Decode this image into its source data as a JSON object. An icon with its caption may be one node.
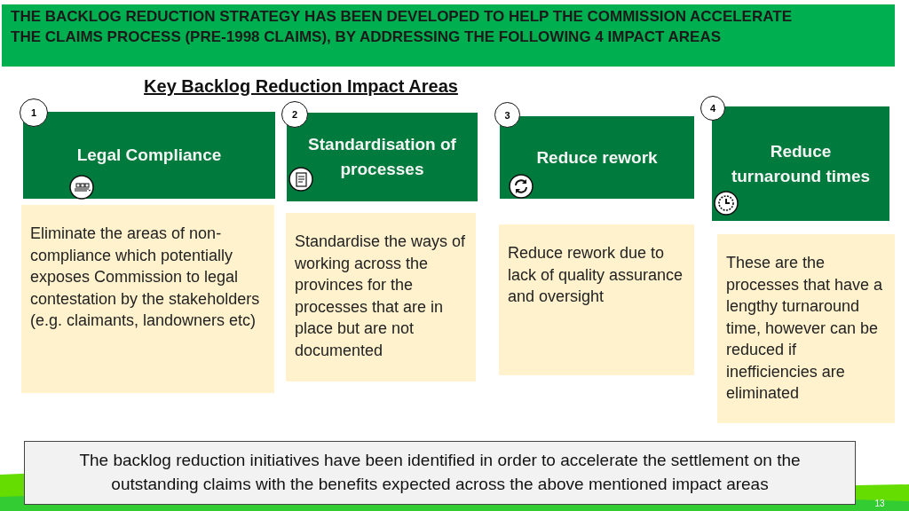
{
  "diagram": {
    "title": "Key Backlog Reduction Impact Areas",
    "nodes": [
      {
        "text": [
          "THE BACKLOG REDUCTION STRATEGY HAS BEEN DEVELOPED TO HELP THE COMMISSION ACCELERATE THE CLAIMS PROCESS (PRE-1998 CLAIMS), BY ADDRESSING THE FOLLOWING 4 IMPACT AREAS"
        ]
      },
      {
        "text": [
          "1"
        ]
      },
      {
        "text": [
          "Legal Compliance"
        ]
      },
      {
        "text": [
          "Eliminate the areas of non-compliance which potentially exposes Commission to legal contestation by the stakeholders (e.g. claimants, landowners etc)"
        ]
      },
      {
        "text": [
          "2"
        ]
      },
      {
        "text": [
          "Standardisation of processes"
        ]
      },
      {
        "text": [
          "Standardise the ways of working across the provinces for the processes that are in place but are not documented"
        ]
      },
      {
        "text": [
          "3"
        ]
      },
      {
        "text": [
          "Reduce rework"
        ]
      },
      {
        "text": [
          "Reduce rework due to lack of quality assurance and oversight"
        ]
      },
      {
        "text": [
          "4"
        ]
      },
      {
        "text": [
          "Reduce turnaround times"
        ]
      },
      {
        "text": [
          "These are the processes that have a lengthy turnaround time, however can be reduced if inefficiencies are eliminated"
        ]
      },
      {
        "text": [
          "The backlog reduction initiatives have been identified in order to accelerate the settlement on the outstanding claims with the benefits expected across the above mentioned impact areas"
        ]
      }
    ],
    "labels": [
      "13"
    ]
  }
}
